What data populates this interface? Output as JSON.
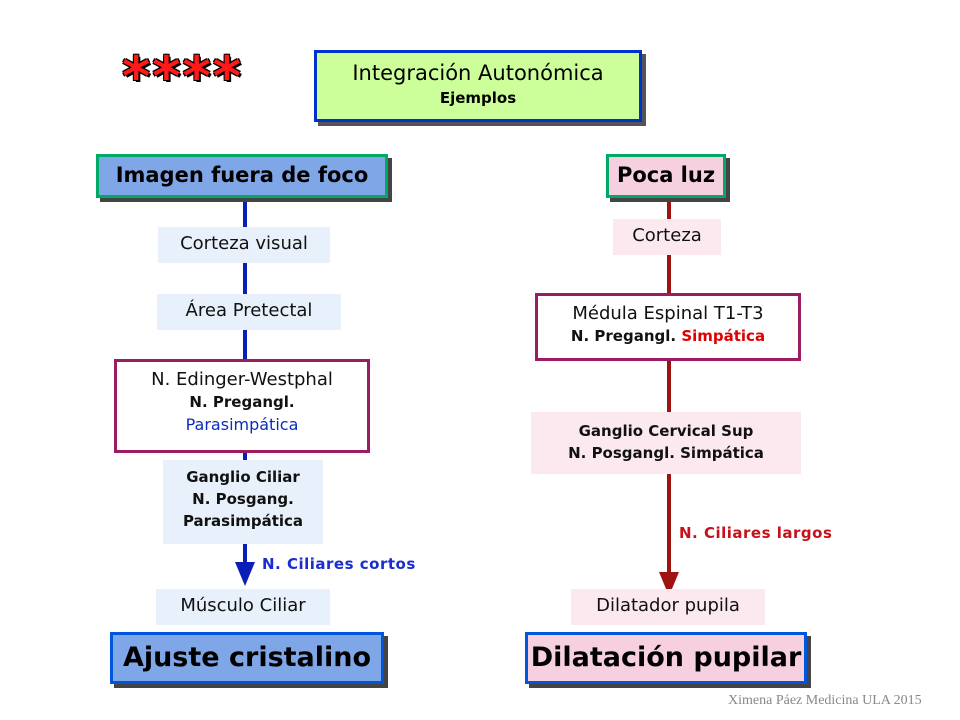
{
  "header": {
    "stars": "****",
    "title": "Integración Autonómica",
    "subtitle": "Ejemplos"
  },
  "left": {
    "heading": "Imagen fuera de foco",
    "node1": "Corteza visual",
    "node2": "Área Pretectal",
    "node3": {
      "line1": "N. Edinger-Westphal",
      "line2": "N. Pregangl.",
      "line3": "Parasimpática"
    },
    "node4": {
      "line1": "Ganglio Ciliar",
      "line2": "N. Posgang.",
      "line3": "Parasimpática"
    },
    "edge_label": "N. Ciliares cortos",
    "node5": "Músculo Ciliar",
    "result": "Ajuste cristalino"
  },
  "right": {
    "heading": "Poca luz",
    "node1": "Corteza",
    "node2": {
      "line1": "Médula Espinal T1-T3",
      "line2a": "N. Pregangl.",
      "line2b": "Simpática"
    },
    "node3": {
      "line1": "Ganglio Cervical Sup",
      "line2": "N. Posgangl. Simpática"
    },
    "edge_label": "N. Ciliares largos",
    "node4": "Dilatador pupila",
    "result": "Dilatación pupilar"
  },
  "footer": {
    "credit": "Ximena Páez Medicina ULA 2015"
  },
  "colors": {
    "left_line": "#0a1fb8",
    "right_line": "#9e1212",
    "title_fill": "#ccff99",
    "stars": "#ff1a1a"
  }
}
